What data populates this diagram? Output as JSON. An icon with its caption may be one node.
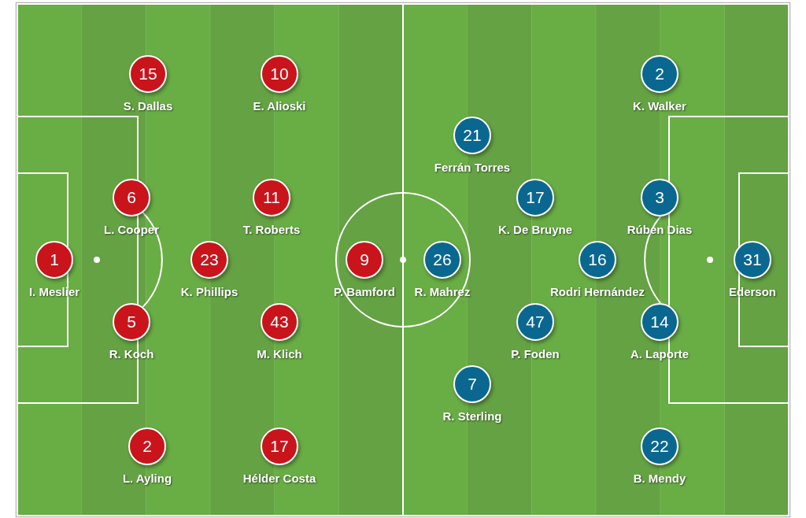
{
  "diagram": {
    "nodes": [
      {
        "text": [
          "15",
          "S. Dallas"
        ]
      },
      {
        "text": [
          "10",
          "E. Alioski"
        ]
      },
      {
        "text": [
          "2",
          "K. Walker"
        ]
      },
      {
        "text": [
          "21",
          "Ferrán Torres"
        ]
      },
      {
        "text": [
          "6",
          "L. Cooper"
        ]
      },
      {
        "text": [
          "11",
          "T. Roberts"
        ]
      },
      {
        "text": [
          "17",
          "K. De Bruyne"
        ]
      },
      {
        "text": [
          "3",
          "Rúben Dias"
        ]
      },
      {
        "text": [
          "1",
          "I. Meslier"
        ]
      },
      {
        "text": [
          "23",
          "K. Phillips"
        ]
      },
      {
        "text": [
          "9",
          "P. Bamford"
        ]
      },
      {
        "text": [
          "26",
          "R. Mahrez"
        ]
      },
      {
        "text": [
          "16",
          "Rodri Hernández"
        ]
      },
      {
        "text": [
          "31",
          "Ederson"
        ]
      },
      {
        "text": [
          "5",
          "R. Koch"
        ]
      },
      {
        "text": [
          "43",
          "M. Klich"
        ]
      },
      {
        "text": [
          "47",
          "P. Foden"
        ]
      },
      {
        "text": [
          "14",
          "A. Laporte"
        ]
      },
      {
        "text": [
          "7",
          "R. Sterling"
        ]
      },
      {
        "text": [
          "2",
          "L. Ayling"
        ]
      },
      {
        "text": [
          "17",
          "Hélder Costa"
        ]
      },
      {
        "text": [
          "22",
          "B. Mendy"
        ]
      }
    ]
  }
}
